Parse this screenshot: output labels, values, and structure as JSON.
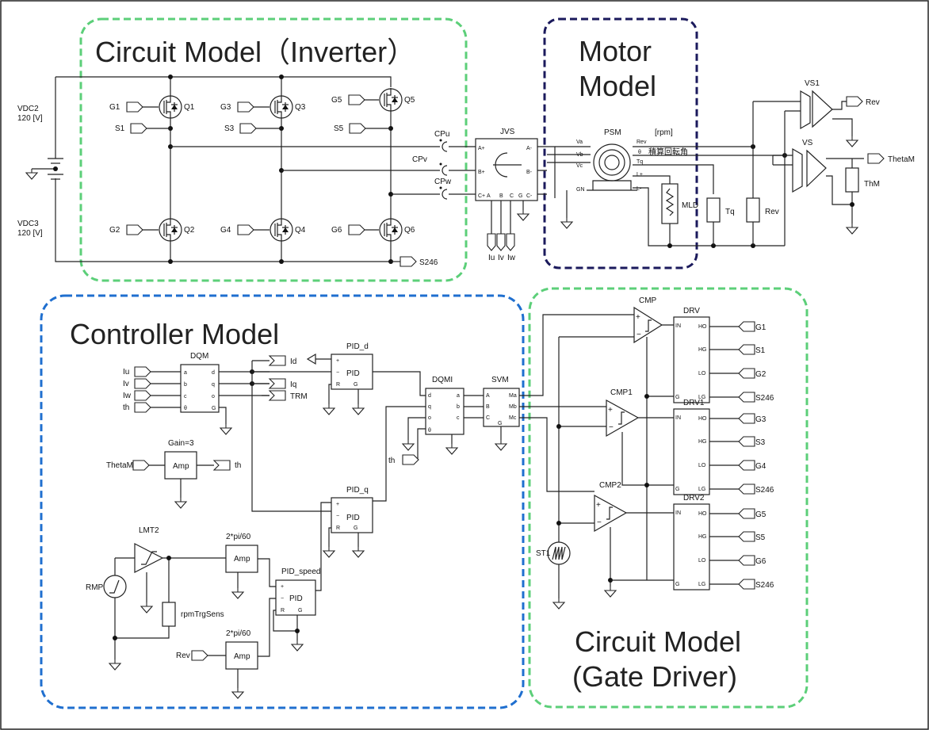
{
  "regions": {
    "inverter": {
      "title": "Circuit Model（Inverter）",
      "color": "#5ccf79"
    },
    "motor": {
      "title_line1": "Motor",
      "title_line2": "Model",
      "color": "#1b1a5c"
    },
    "controller": {
      "title": "Controller Model",
      "color": "#1f6fcf"
    },
    "gate_driver": {
      "title_line1": "Circuit Model",
      "title_line2": "(Gate Driver)",
      "color": "#5ccf79"
    }
  },
  "inverter": {
    "vdc2": {
      "name": "VDC2",
      "value": "120 [V]"
    },
    "vdc3": {
      "name": "VDC3",
      "value": "120 [V]"
    },
    "switches": [
      "Q1",
      "Q3",
      "Q5",
      "Q2",
      "Q4",
      "Q6"
    ],
    "gate_inputs": [
      "G1",
      "G3",
      "G5",
      "G2",
      "G4",
      "G6"
    ],
    "source_labels": [
      "S1",
      "S3",
      "S5"
    ],
    "s246": "S246",
    "probes": [
      "CPu",
      "CPv",
      "CPw"
    ]
  },
  "jvs": {
    "name": "JVS",
    "pins_left": [
      "A+",
      "B+",
      "C+"
    ],
    "pins_right": [
      "A-",
      "B-",
      "C-"
    ],
    "pins_bottom": [
      "A",
      "B",
      "C",
      "G"
    ],
    "outputs": [
      "Iu",
      "Iv",
      "Iw"
    ]
  },
  "motor": {
    "name": "PSM",
    "pins_left": [
      "Va",
      "Vb",
      "Vc",
      "GN"
    ],
    "pins_right": [
      "Rev",
      "θ",
      "Tq",
      "L+",
      "L-"
    ],
    "unit": "[rpm]",
    "angle_label": "積算回転角",
    "load": "MLD",
    "tq": "Tq",
    "rev": "Rev",
    "vs1": "VS1",
    "vs": "VS",
    "thm": "ThM",
    "out_rev": "Rev",
    "out_theta": "ThetaM"
  },
  "controller": {
    "dqm": {
      "name": "DQM",
      "inputs": [
        "Iu",
        "Iv",
        "Iw",
        "th"
      ],
      "pins_in": [
        "a",
        "b",
        "c",
        "θ"
      ],
      "pins_out": [
        "d",
        "q",
        "o",
        "G"
      ]
    },
    "outputs": [
      "Id",
      "Iq",
      "TRM"
    ],
    "pid_d": {
      "name": "PID_d",
      "text": "PID"
    },
    "pid_q": {
      "name": "PID_q",
      "text": "PID"
    },
    "pid_speed": {
      "name": "PID_speed",
      "text": "PID"
    },
    "pid_pins": [
      "+",
      "−",
      "R",
      "G"
    ],
    "dqmi": {
      "name": "DQMI",
      "pins_in": [
        "d",
        "q",
        "o",
        "θ"
      ],
      "pins_out": [
        "a",
        "b",
        "c"
      ]
    },
    "svm": {
      "name": "SVM",
      "pins_in": [
        "A",
        "B",
        "C"
      ],
      "pins_out": [
        "Ma",
        "Mb",
        "Mc",
        "G"
      ]
    },
    "th_in": "th",
    "gain": {
      "name": "Gain=3",
      "text": "Amp",
      "input": "ThetaM",
      "output": "th"
    },
    "lmt": "LMT2",
    "rmp": "RMP",
    "rpm_sens": "rpmTrgSens",
    "amp1": {
      "name": "2*pi/60",
      "text": "Amp"
    },
    "amp2": {
      "name": "2*pi/60",
      "text": "Amp",
      "input": "Rev"
    }
  },
  "gate_driver": {
    "comparators": [
      "CMP",
      "CMP1",
      "CMP2"
    ],
    "drivers": [
      {
        "name": "DRV",
        "outputs": [
          "G1",
          "S1",
          "G2",
          "S246"
        ]
      },
      {
        "name": "DRV1",
        "outputs": [
          "G3",
          "S3",
          "G4",
          "S246"
        ]
      },
      {
        "name": "DRV2",
        "outputs": [
          "G5",
          "S5",
          "G6",
          "S246"
        ]
      }
    ],
    "drv_pins_left": [
      "IN",
      "G"
    ],
    "drv_pins_right": [
      "HO",
      "HG",
      "LO",
      "LG"
    ],
    "carrier": "ST1"
  }
}
